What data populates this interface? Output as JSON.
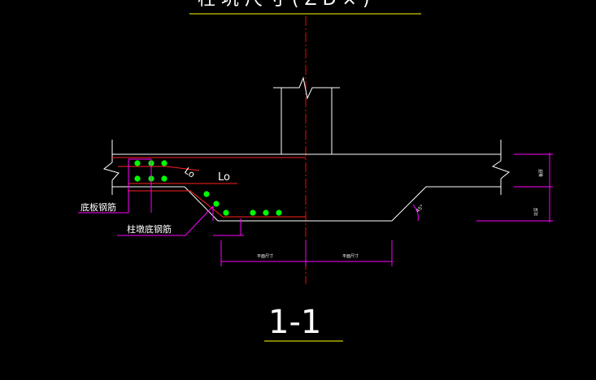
{
  "drawing": {
    "title_partial": "柱 坑 尺 寸 ( Z D × )",
    "section_label": "1-1",
    "label_lo_diag": "Lo",
    "label_lo": "Lo",
    "label_bottom_rebar": "底板钢筋",
    "label_pit_rebar": "柱墩底钢筋",
    "dim_left": "平面尺寸",
    "dim_right": "平面尺寸",
    "dim_v_upper": "板厚",
    "dim_v_lower": "坑深",
    "angle_label": "45°"
  },
  "colors": {
    "background": "#000000",
    "outline": "#ffffff",
    "rebar_red": "#ff2020",
    "rebar_dots": "#00ff00",
    "dimension": "#ff00ff",
    "centerline": "#ff0000",
    "title_line": "#ffff00"
  }
}
